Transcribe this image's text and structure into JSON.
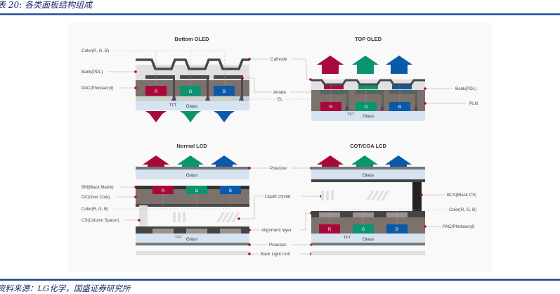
{
  "caption": "表 20:  各类面板结构组成",
  "source": "资料来源：LG化学，国盛证券研究所",
  "colors": {
    "red": "#a8093a",
    "green": "#0a9470",
    "blue": "#0b5aaa",
    "accent_dot": "#a8093a",
    "rule": "#1f4e9c"
  },
  "diagrams": {
    "bottom_oled": {
      "title": "Bottom OLED",
      "pixels": [
        "R",
        "G",
        "B"
      ],
      "inner_labels": {
        "tft": "TFT",
        "glass": "Glass"
      },
      "left_labels": [
        "Color(R, G, B)",
        "Bank(PDL)",
        "PAC(Photoacryl)"
      ]
    },
    "top_oled": {
      "title": "TOP OLED",
      "pixels": [
        "R",
        "G",
        "B"
      ],
      "inner_labels": {
        "tft": "TFT",
        "glass": "Glass"
      },
      "right_labels": [
        "Bank(PDL)",
        "PLN"
      ]
    },
    "normal_lcd": {
      "title": "Normal LCD",
      "pixels": [
        "R",
        "G",
        "B"
      ],
      "inner_labels": {
        "glass_top": "Glass",
        "tft": "TFT",
        "glass_bottom": "Glass"
      },
      "left_labels": [
        "BM(Black Matrix)",
        "OC(Over Coat)",
        "Color(R, G, B)",
        "CS(Column Spacer)"
      ]
    },
    "cot_coa_lcd": {
      "title": "COT/COA LCD",
      "pixels": [
        "R",
        "G",
        "B"
      ],
      "inner_labels": {
        "glass_top": "Glass",
        "tft": "TFT",
        "glass_bottom": "Glass"
      },
      "right_labels": [
        "BCS(Black CS)",
        "Color(R, G, B)",
        "PAC(Photoacryl)"
      ]
    }
  },
  "shared_labels": {
    "oled": [
      "Cathode",
      "Anode",
      "EL"
    ],
    "lcd": [
      "Polarizer",
      "Liquid crystal",
      "Alignment layer",
      "Polarizer",
      "Back Light Unit"
    ]
  }
}
